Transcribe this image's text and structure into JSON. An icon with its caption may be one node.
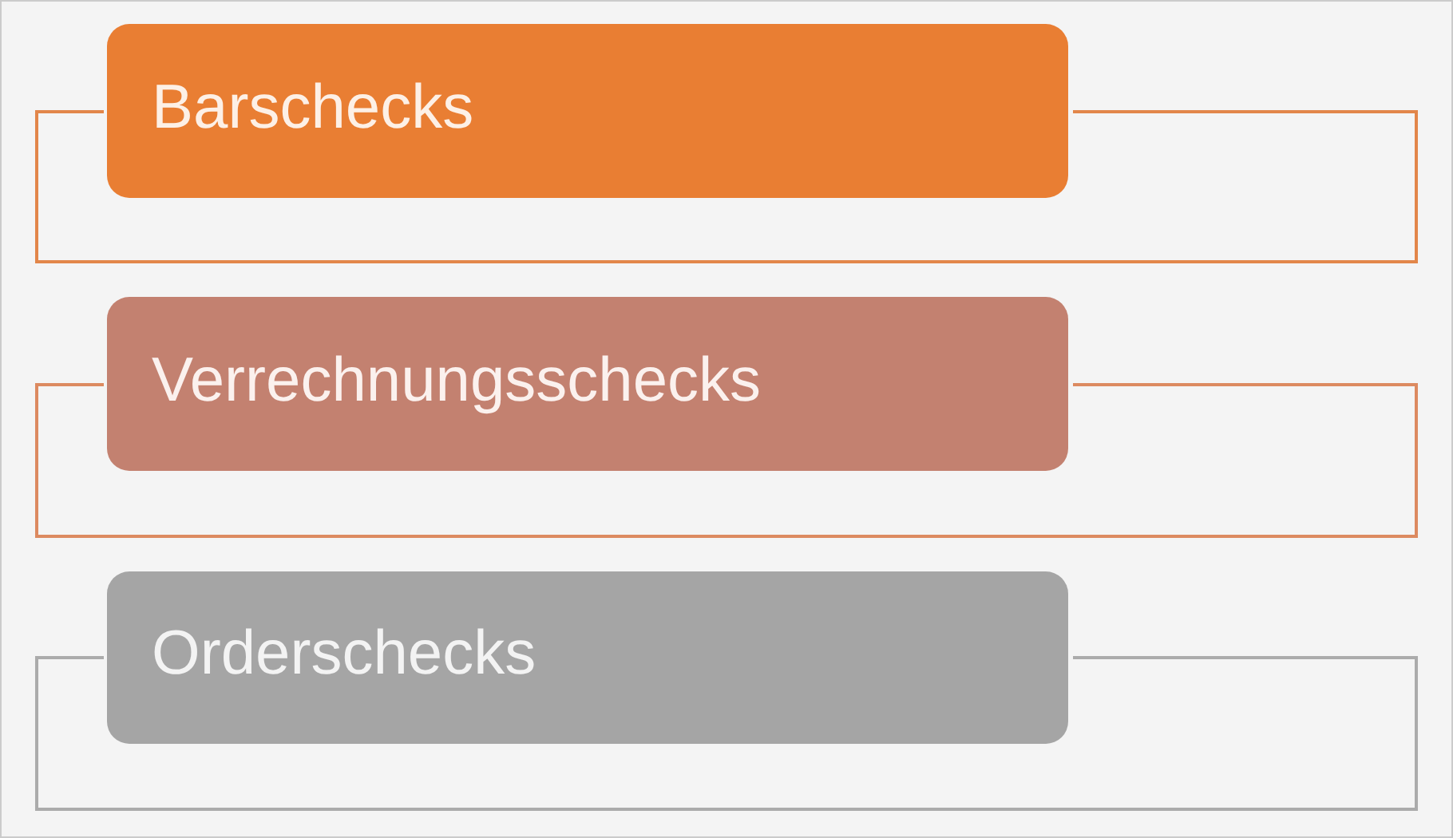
{
  "diagram": {
    "nodes": [
      {
        "text": [
          "Barschecks"
        ]
      },
      {
        "text": [
          "Verrechnungsschecks"
        ]
      },
      {
        "text": [
          "Orderschecks"
        ]
      }
    ]
  }
}
